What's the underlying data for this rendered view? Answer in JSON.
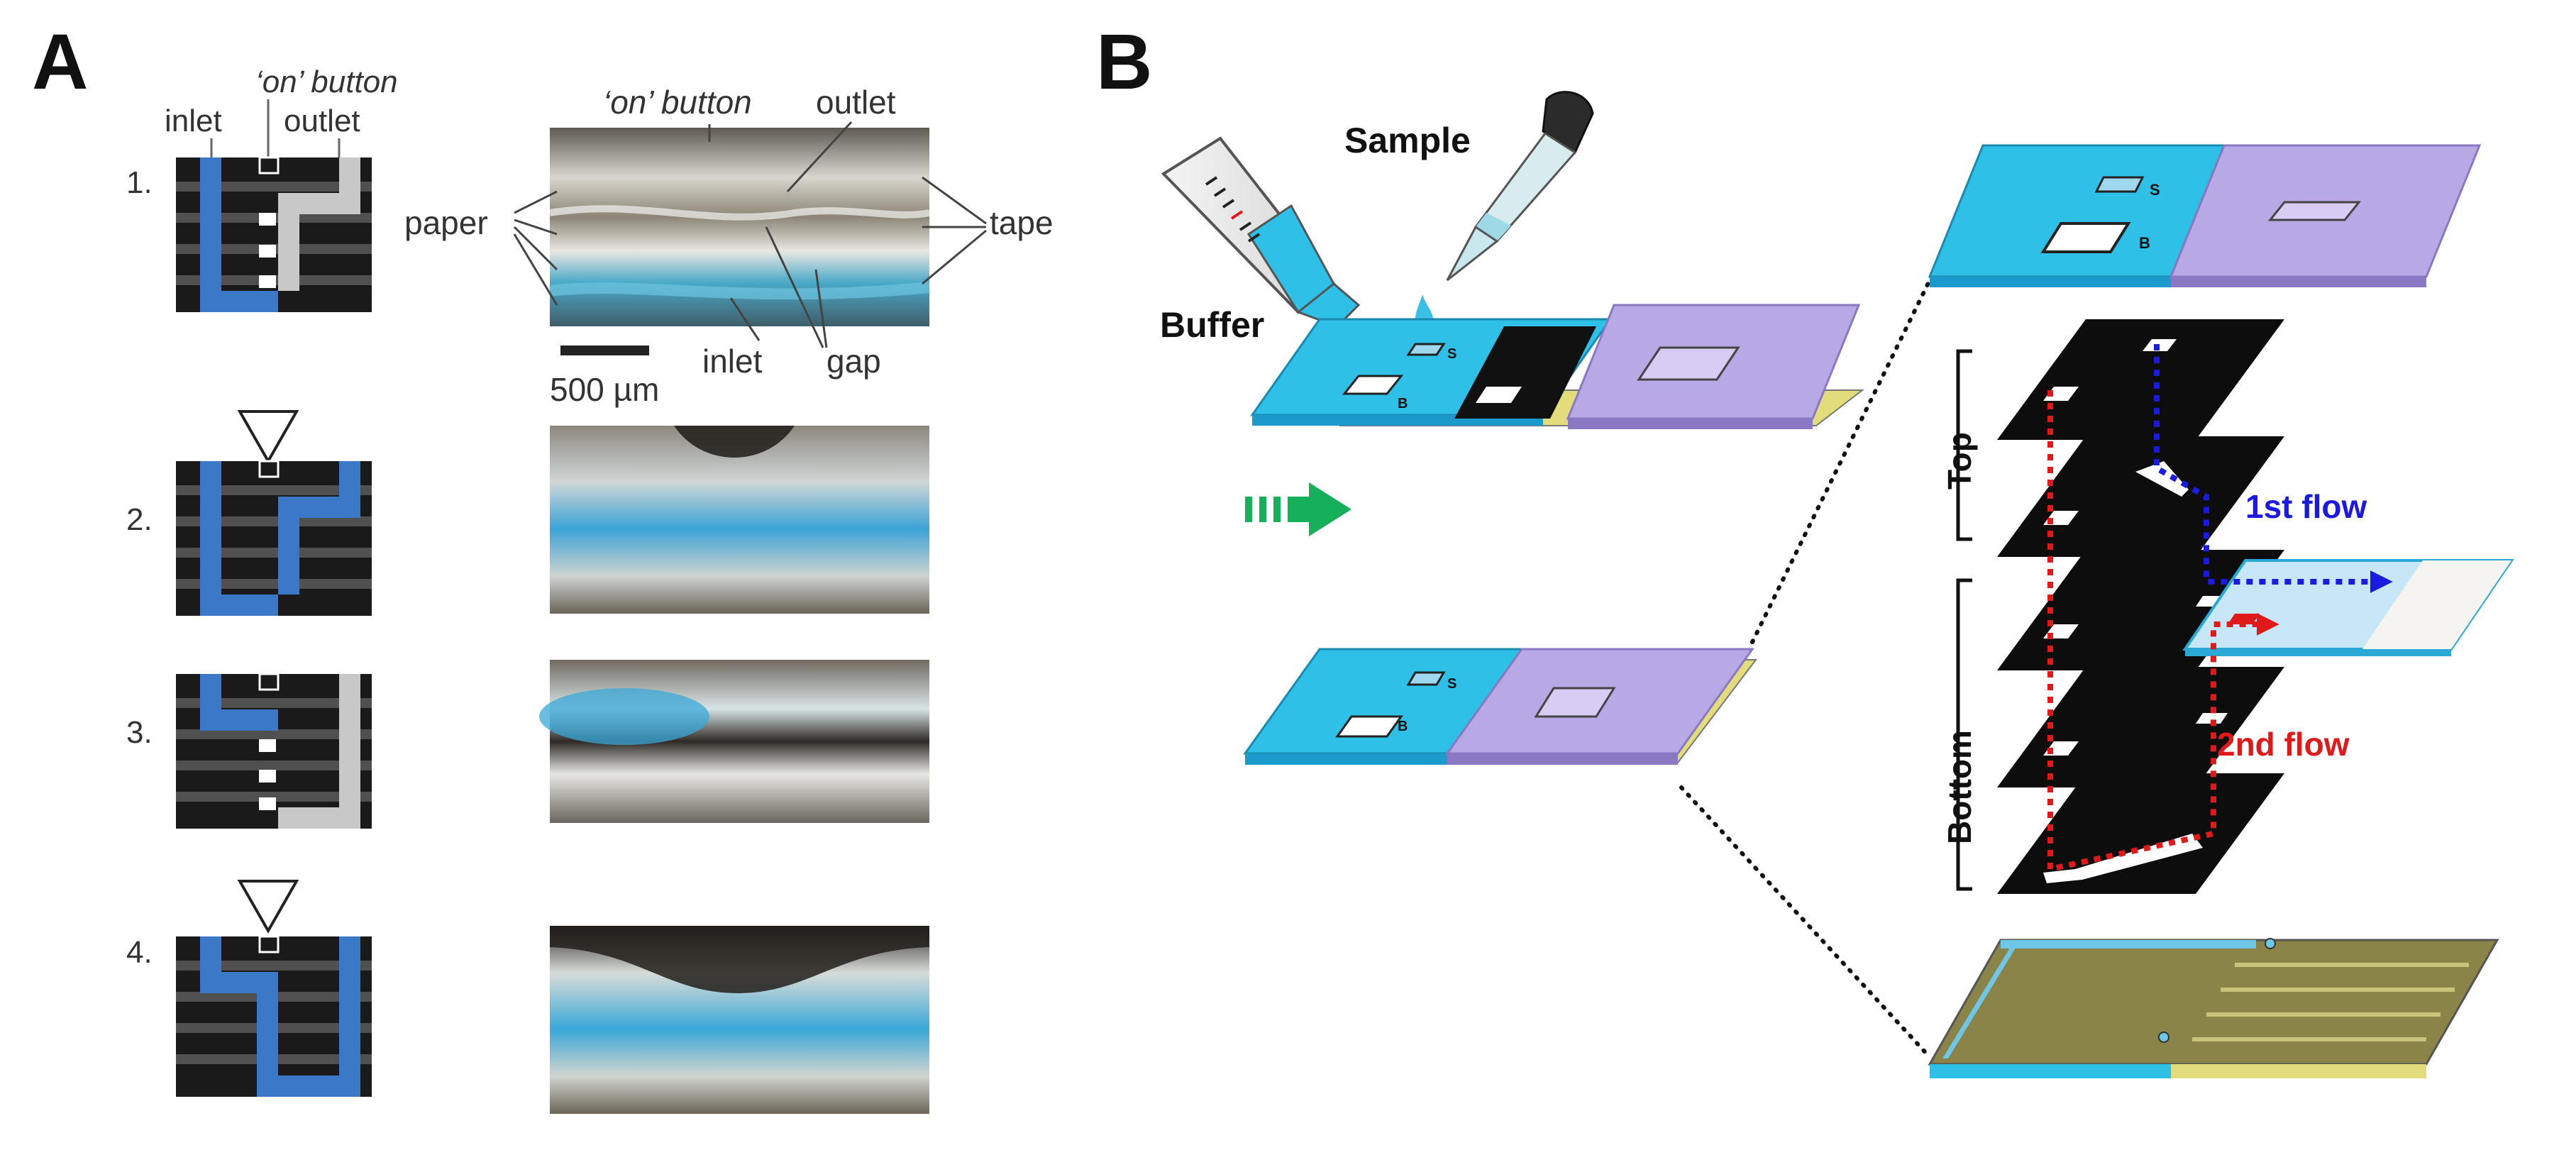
{
  "panel_a": {
    "letter": "A",
    "schematic_labels": {
      "on_button": "‘on’ button",
      "inlet": "inlet",
      "outlet": "outlet"
    },
    "steps": [
      "1.",
      "2.",
      "3.",
      "4."
    ],
    "photo_labels": {
      "on_button": "‘on’ button",
      "outlet": "outlet",
      "paper": "paper",
      "tape": "tape",
      "inlet": "inlet",
      "gap": "gap",
      "scale_bar": "500 µm"
    }
  },
  "panel_b": {
    "letter": "B",
    "labels": {
      "sample": "Sample",
      "buffer": "Buffer",
      "top": "Top",
      "bottom": "Bottom",
      "first_flow": "1st flow",
      "second_flow": "2nd flow",
      "pad_s": "S",
      "pad_b": "B"
    }
  },
  "colors": {
    "channel_blue": "#3c78c8",
    "channel_gray": "#c8c8c8",
    "device_cyan": "#3bbde8",
    "device_lavender": "#b9a8e6",
    "device_yellow": "#e2dd7a",
    "flow_first": "#1a1ae0",
    "flow_second": "#e01a1a",
    "arrow_green": "#17b05a"
  }
}
